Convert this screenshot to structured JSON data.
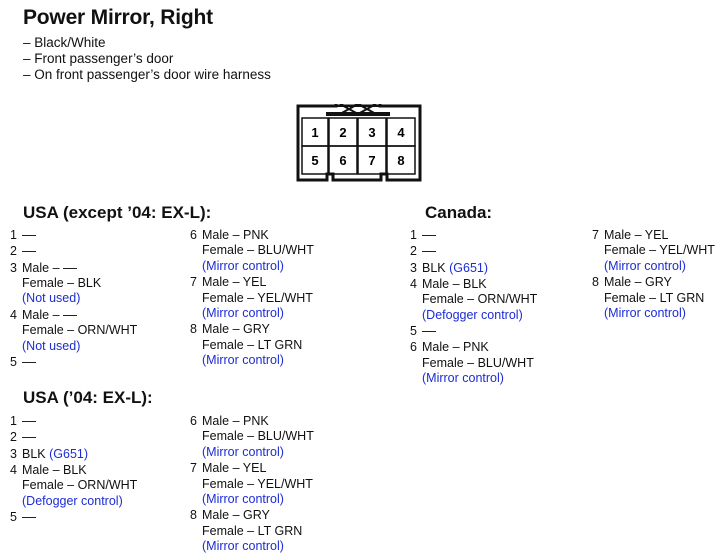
{
  "title": "Power Mirror, Right",
  "details": [
    "– Black/White",
    "– Front passenger’s door",
    "– On front passenger’s door wire harness"
  ],
  "connector": {
    "pins": [
      "1",
      "2",
      "3",
      "4",
      "5",
      "6",
      "7",
      "8"
    ]
  },
  "sections": {
    "usa_except": {
      "heading": "USA (except ’04: EX-L):",
      "col1": [
        {
          "num": "1",
          "dash": true
        },
        {
          "num": "2",
          "dash": true
        },
        {
          "num": "3",
          "lines": [
            {
              "t": "Male – ",
              "dash": true
            },
            {
              "t": "Female – BLK"
            },
            {
              "t": "(Not used)",
              "blue": true
            }
          ]
        },
        {
          "num": "4",
          "lines": [
            {
              "t": "Male – ",
              "dash": true
            },
            {
              "t": "Female – ORN/WHT"
            },
            {
              "t": "(Not used)",
              "blue": true
            }
          ]
        },
        {
          "num": "5",
          "dash": true
        }
      ],
      "col2": [
        {
          "num": "6",
          "lines": [
            {
              "t": "Male – PNK"
            },
            {
              "t": "Female – BLU/WHT"
            },
            {
              "t": "(Mirror control)",
              "blue": true
            }
          ]
        },
        {
          "num": "7",
          "lines": [
            {
              "t": "Male – YEL"
            },
            {
              "t": "Female – YEL/WHT"
            },
            {
              "t": "(Mirror control)",
              "blue": true
            }
          ]
        },
        {
          "num": "8",
          "lines": [
            {
              "t": "Male – GRY"
            },
            {
              "t": "Female – LT GRN"
            },
            {
              "t": "(Mirror control)",
              "blue": true
            }
          ]
        }
      ]
    },
    "usa_04": {
      "heading": "USA (’04: EX-L):",
      "col1": [
        {
          "num": "1",
          "dash": true
        },
        {
          "num": "2",
          "dash": true
        },
        {
          "num": "3",
          "lines": [
            {
              "t": "BLK ",
              "extra": "(G651)"
            }
          ]
        },
        {
          "num": "4",
          "lines": [
            {
              "t": "Male – BLK"
            },
            {
              "t": "Female – ORN/WHT"
            },
            {
              "t": "(Defogger control)",
              "blue": true
            }
          ]
        },
        {
          "num": "5",
          "dash": true
        }
      ],
      "col2": [
        {
          "num": "6",
          "lines": [
            {
              "t": "Male – PNK"
            },
            {
              "t": "Female – BLU/WHT"
            },
            {
              "t": "(Mirror control)",
              "blue": true
            }
          ]
        },
        {
          "num": "7",
          "lines": [
            {
              "t": "Male – YEL"
            },
            {
              "t": "Female – YEL/WHT"
            },
            {
              "t": "(Mirror control)",
              "blue": true
            }
          ]
        },
        {
          "num": "8",
          "lines": [
            {
              "t": "Male – GRY"
            },
            {
              "t": "Female – LT GRN"
            },
            {
              "t": "(Mirror control)",
              "blue": true
            }
          ]
        }
      ]
    },
    "canada": {
      "heading": "Canada:",
      "col1": [
        {
          "num": "1",
          "dash": true
        },
        {
          "num": "2",
          "dash": true
        },
        {
          "num": "3",
          "lines": [
            {
              "t": "BLK ",
              "extra": "(G651)"
            }
          ]
        },
        {
          "num": "4",
          "lines": [
            {
              "t": "Male – BLK"
            },
            {
              "t": "Female – ORN/WHT"
            },
            {
              "t": "(Defogger control)",
              "blue": true
            }
          ]
        },
        {
          "num": "5",
          "dash": true
        },
        {
          "num": "6",
          "lines": [
            {
              "t": "Male – PNK"
            },
            {
              "t": "Female – BLU/WHT"
            },
            {
              "t": "(Mirror control)",
              "blue": true
            }
          ]
        }
      ],
      "col2": [
        {
          "num": "7",
          "lines": [
            {
              "t": "Male – YEL"
            },
            {
              "t": "Female – YEL/WHT"
            },
            {
              "t": "(Mirror control)",
              "blue": true
            }
          ]
        },
        {
          "num": "8",
          "lines": [
            {
              "t": "Male – GRY"
            },
            {
              "t": "Female – LT GRN"
            },
            {
              "t": "(Mirror control)",
              "blue": true
            }
          ]
        }
      ]
    }
  },
  "colors": {
    "text": "#111111",
    "note_blue": "#1c2cd6"
  }
}
